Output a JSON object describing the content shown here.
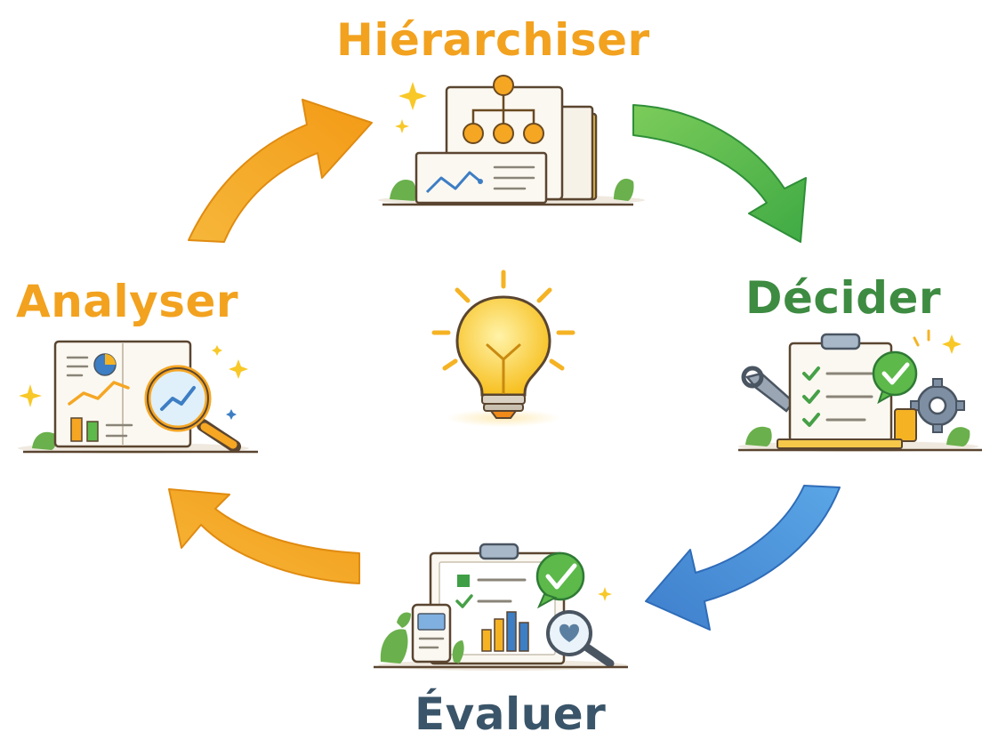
{
  "cycle": {
    "steps": [
      {
        "label": "Hiérarchiser",
        "color": "#f2a21f",
        "icon": "hierarchy-document-icon"
      },
      {
        "label": "Décider",
        "color": "#3e8b42",
        "icon": "checklist-clipboard-icon"
      },
      {
        "label": "Évaluer",
        "color": "#3a5569",
        "icon": "evaluation-report-icon"
      },
      {
        "label": "Analyser",
        "color": "#f2a21f",
        "icon": "analysis-magnifier-icon"
      }
    ],
    "center_icon": "lightbulb-icon",
    "arrow_colors": {
      "analyser_to_hierarchiser": "#f4ae2a",
      "hierarchiser_to_decider": "#5cbb48",
      "decider_to_evaluer": "#4a90d6",
      "evaluer_to_analyser": "#f4ae2a"
    }
  }
}
